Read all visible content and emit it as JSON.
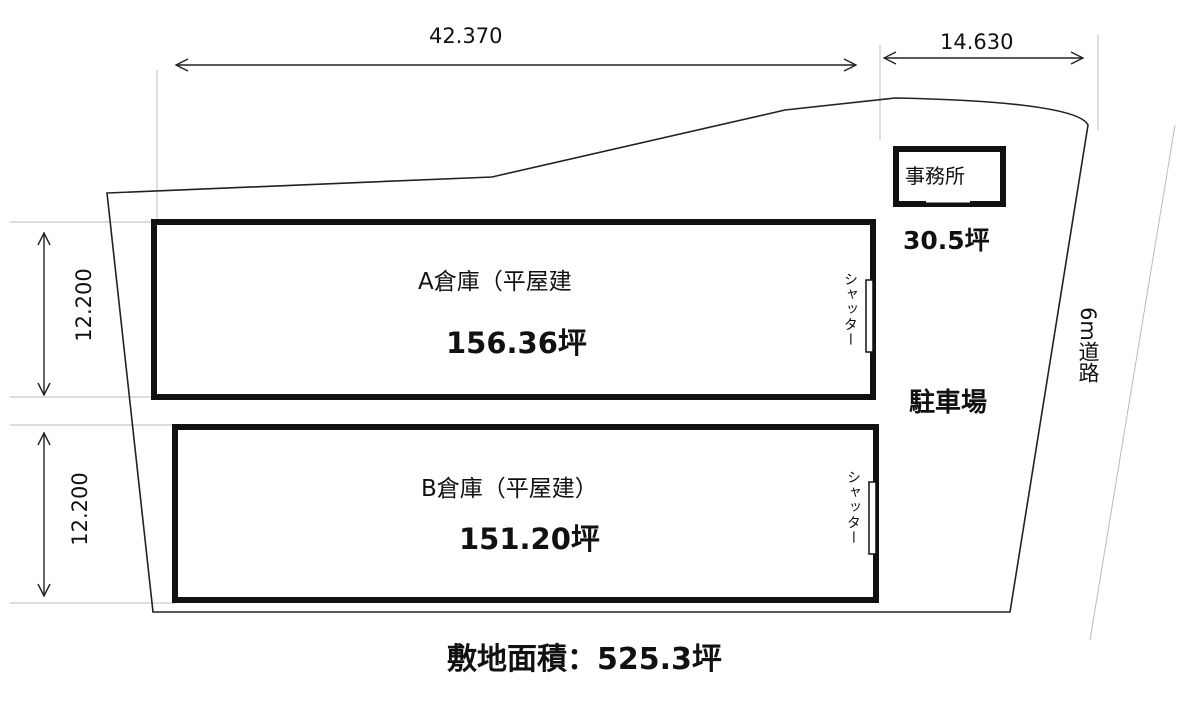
{
  "dimensions": {
    "top_left_width": "42.370",
    "top_right_width": "14.630",
    "warehouse_a_depth": "12.200",
    "warehouse_b_depth": "12.200"
  },
  "warehouse_a": {
    "name": "A倉庫（平屋建",
    "area": "156.36坪",
    "shutter_label": "シャッター"
  },
  "warehouse_b": {
    "name": "B倉庫（平屋建）",
    "area": "151.20坪",
    "shutter_label": "シャッター"
  },
  "office": {
    "name": "事務所",
    "area": "30.5坪"
  },
  "parking_label": "駐車場",
  "road_label": "6m道路",
  "site_area": "敷地面積：525.3坪"
}
